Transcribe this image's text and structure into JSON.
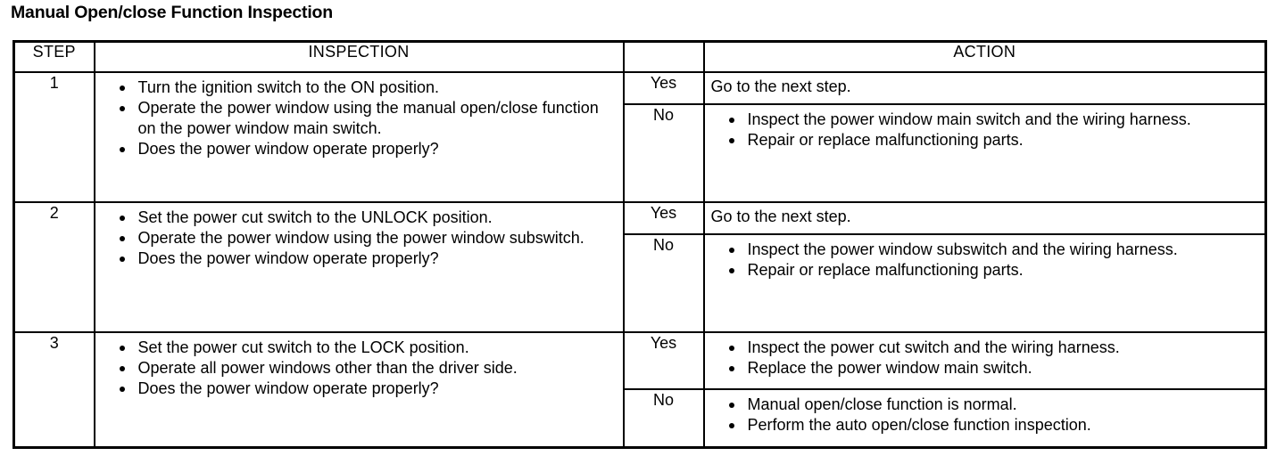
{
  "page": {
    "title": "Manual Open/close Function Inspection"
  },
  "table": {
    "headers": {
      "step": "STEP",
      "inspection": "INSPECTION",
      "result": "",
      "action": "ACTION"
    },
    "rows": [
      {
        "step": "1",
        "inspection": [
          "Turn the ignition switch to the ON position.",
          "Operate the power window using the manual open/close function on the power window main switch.",
          "Does the power window operate properly?"
        ],
        "outcomes": [
          {
            "result": "Yes",
            "bulleted": false,
            "action_text": "Go to the next step.",
            "action": []
          },
          {
            "result": "No",
            "bulleted": true,
            "action_text": "",
            "action": [
              "Inspect the power window main switch and the wiring harness.",
              "Repair or replace malfunctioning parts."
            ]
          }
        ]
      },
      {
        "step": "2",
        "inspection": [
          "Set the power cut switch to the UNLOCK position.",
          "Operate the power window using the power window subswitch.",
          "Does the power window operate properly?"
        ],
        "outcomes": [
          {
            "result": "Yes",
            "bulleted": false,
            "action_text": "Go to the next step.",
            "action": []
          },
          {
            "result": "No",
            "bulleted": true,
            "action_text": "",
            "action": [
              "Inspect the power window subswitch and the wiring harness.",
              "Repair or replace malfunctioning parts."
            ]
          }
        ]
      },
      {
        "step": "3",
        "inspection": [
          "Set the power cut switch to the LOCK position.",
          "Operate all power windows other than the driver side.",
          "Does the power window operate properly?"
        ],
        "outcomes": [
          {
            "result": "Yes",
            "bulleted": true,
            "action_text": "",
            "action": [
              "Inspect the power cut switch and the wiring harness.",
              "Replace the power window main switch."
            ]
          },
          {
            "result": "No",
            "bulleted": true,
            "action_text": "",
            "action": [
              "Manual open/close function is normal.",
              "Perform the auto open/close function inspection."
            ]
          }
        ]
      }
    ]
  },
  "colors": {
    "ink": "#000000",
    "paper": "#ffffff"
  }
}
